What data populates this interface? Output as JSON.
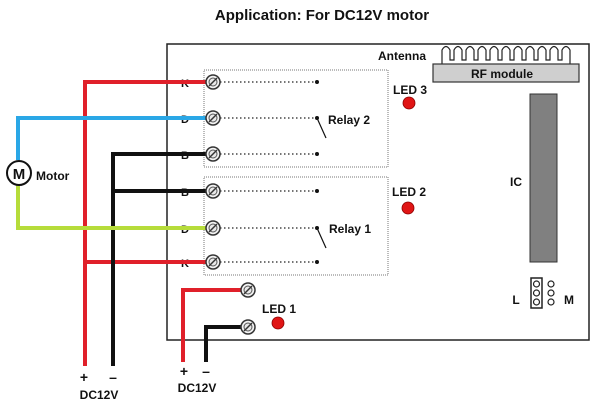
{
  "title": "Application: For DC12V motor",
  "board": {
    "antenna_label": "Antenna",
    "rf_module_label": "RF module",
    "ic_label": "IC",
    "relays": [
      {
        "label": "Relay 2",
        "terminals": [
          "K",
          "D",
          "B"
        ]
      },
      {
        "label": "Relay 1",
        "terminals": [
          "B",
          "D",
          "K"
        ]
      }
    ],
    "leds": [
      "LED 3",
      "LED 2",
      "LED 1"
    ],
    "jumper": {
      "left": "L",
      "right": "M"
    }
  },
  "motor": {
    "symbol": "M",
    "label": "Motor"
  },
  "power_left": {
    "plus": "+",
    "minus": "–",
    "label": "DC12V"
  },
  "power_bottom": {
    "plus": "+",
    "minus": "–",
    "label": "DC12V"
  },
  "colors": {
    "red": "#e0202a",
    "black": "#111111",
    "blue": "#2aa7e6",
    "green": "#b6dc3a",
    "led": "#e01515",
    "ic": "#808080",
    "rf_module": "#cfcfcf"
  }
}
